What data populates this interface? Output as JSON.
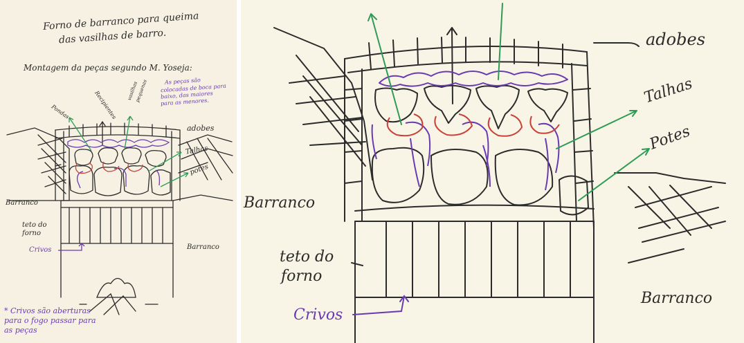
{
  "left": {
    "title_line1": "Forno de barranco para queima",
    "title_line2": "das vasilhas de barro.",
    "subtitle": "Montagem da peças segundo M. Yoseja:",
    "note_line1": "As peças são",
    "note_line2": "colocadas de boca para",
    "note_line3": "baixo, das maiores",
    "note_line4": "para as menores.",
    "label_pondas": "Pondas",
    "label_recipientes": "Recipientes",
    "label_vasilhas_l1": "vasilhas",
    "label_vasilhas_l2": "pequenas",
    "label_adobes": "adobes",
    "label_talhas": "Talhas",
    "label_potes": "potes",
    "label_barranco_left": "Barranco",
    "label_barranco_right": "Barranco",
    "label_teto_l1": "teto do",
    "label_teto_l2": "forno",
    "label_crivos": "Crivos",
    "footnote_line1": "* Crivos são aberturas",
    "footnote_line2": "para o fogo passar para",
    "footnote_line3": "as peças"
  },
  "right": {
    "label_adobes": "adobes",
    "label_talhas": "Talhas",
    "label_potes": "Potes",
    "label_barranco_left": "Barranco",
    "label_barranco_right": "Barranco",
    "label_teto_l1": "teto do",
    "label_teto_l2": "forno",
    "label_crivos": "Crivos"
  },
  "colors": {
    "ink": "#2b2b2b",
    "purple": "#6a3bb0",
    "red": "#c8423a",
    "green": "#2e9b55"
  }
}
